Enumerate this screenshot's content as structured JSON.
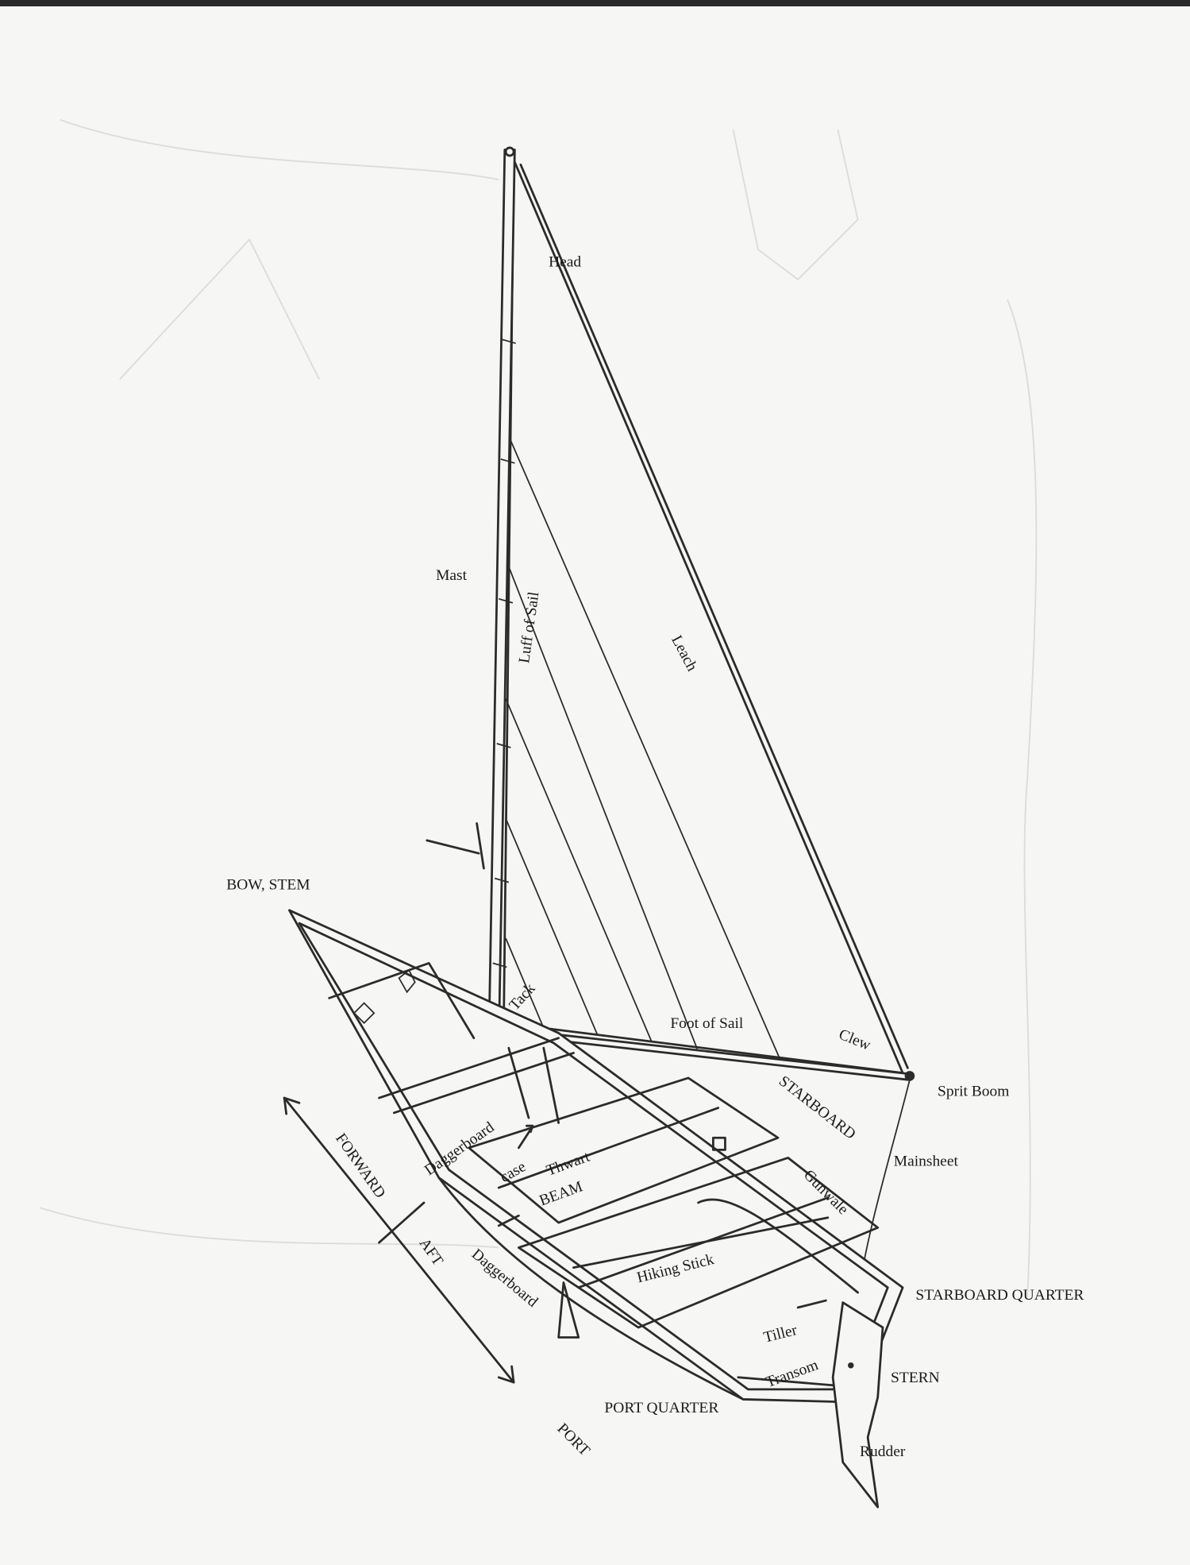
{
  "labels": {
    "head": "Head",
    "mast": "Mast",
    "luff": "Luff of Sail",
    "leach": "Leach",
    "bow_stem": "BOW, STEM",
    "tack": "Tack",
    "foot": "Foot of Sail",
    "clew": "Clew",
    "sprit_boom": "Sprit Boom",
    "starboard": "STARBOARD",
    "mainsheet": "Mainsheet",
    "gunwale": "Gunwale",
    "daggerboard_case_1": "Daggerboard",
    "daggerboard_case_2": "case",
    "thwart": "Thwart",
    "beam": "BEAM",
    "forward": "FORWARD",
    "aft": "AFT",
    "daggerboard": "Daggerboard",
    "hiking_stick": "Hiking Stick",
    "starboard_quarter": "STARBOARD QUARTER",
    "tiller": "Tiller",
    "transom": "Transom",
    "stern": "STERN",
    "port_quarter": "PORT QUARTER",
    "port": "PORT",
    "rudder": "Rudder"
  }
}
